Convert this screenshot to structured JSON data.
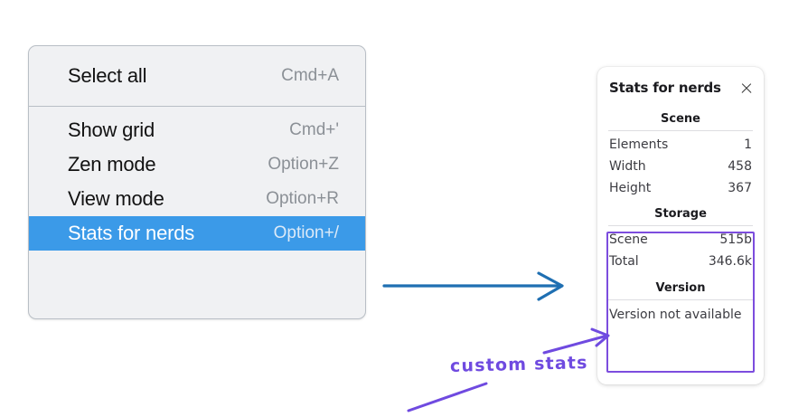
{
  "context_menu": {
    "groups": [
      {
        "items": [
          {
            "label": "Select all",
            "shortcut": "Cmd+A",
            "selected": false
          }
        ]
      },
      {
        "items": [
          {
            "label": "Show grid",
            "shortcut": "Cmd+'",
            "selected": false
          },
          {
            "label": "Zen mode",
            "shortcut": "Option+Z",
            "selected": false
          },
          {
            "label": "View mode",
            "shortcut": "Option+R",
            "selected": false
          },
          {
            "label": "Stats for nerds",
            "shortcut": "Option+/",
            "selected": true
          }
        ]
      }
    ]
  },
  "stats_panel": {
    "title": "Stats for nerds",
    "close_icon": "close-icon",
    "sections": [
      {
        "title": "Scene",
        "rows": [
          {
            "label": "Elements",
            "value": "1"
          },
          {
            "label": "Width",
            "value": "458"
          },
          {
            "label": "Height",
            "value": "367"
          }
        ]
      },
      {
        "title": "Storage",
        "rows": [
          {
            "label": "Scene",
            "value": "515b"
          },
          {
            "label": "Total",
            "value": "346.6k"
          }
        ]
      },
      {
        "title": "Version",
        "plain_text": "Version not available"
      }
    ]
  },
  "annotations": {
    "handwritten_label": "custom stats",
    "blue_arrow_color": "#1f6fb2",
    "purple_color": "#6f4ae0",
    "highlight_box_color": "#7c4dde"
  }
}
